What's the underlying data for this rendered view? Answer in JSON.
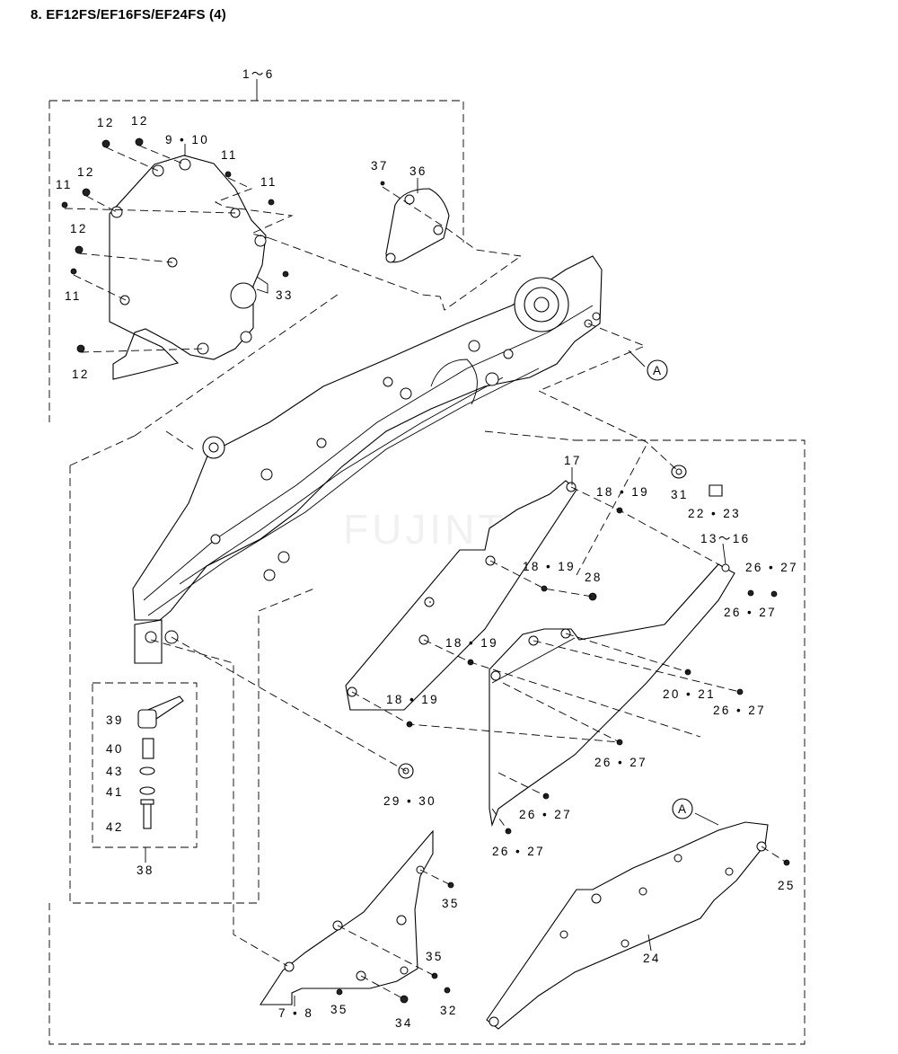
{
  "title": "8.  EF12FS/EF16FS/EF24FS (4)",
  "watermark": "FUJINTAI",
  "callout_ref": "A",
  "labels": {
    "l_1_6": "1～6",
    "l_12a": "12",
    "l_12b": "12",
    "l_9_10": "9 • 10",
    "l_11a": "11",
    "l_12c": "12",
    "l_11b": "11",
    "l_11c": "11",
    "l_12d": "12",
    "l_11d": "11",
    "l_33": "33",
    "l_12e": "12",
    "l_37": "37",
    "l_36": "36",
    "l_31": "31",
    "l_22_23": "22 • 23",
    "l_17": "17",
    "l_18_19a": "18 • 19",
    "l_13_16": "13～16",
    "l_26_27a": "26 • 27",
    "l_26_27b": "26 • 27",
    "l_18_19b": "18 • 19",
    "l_28": "28",
    "l_18_19c": "18 • 19",
    "l_20_21": "20 • 21",
    "l_26_27c": "26 • 27",
    "l_18_19d": "18 • 19",
    "l_26_27d": "26 • 27",
    "l_29_30": "29 • 30",
    "l_26_27e": "26 • 27",
    "l_26_27f": "26 • 27",
    "l_39": "39",
    "l_40": "40",
    "l_43": "43",
    "l_41": "41",
    "l_42": "42",
    "l_38": "38",
    "l_25": "25",
    "l_24": "24",
    "l_35a": "35",
    "l_35b": "35",
    "l_7_8": "7 • 8",
    "l_35c": "35",
    "l_34": "34",
    "l_32": "32"
  }
}
